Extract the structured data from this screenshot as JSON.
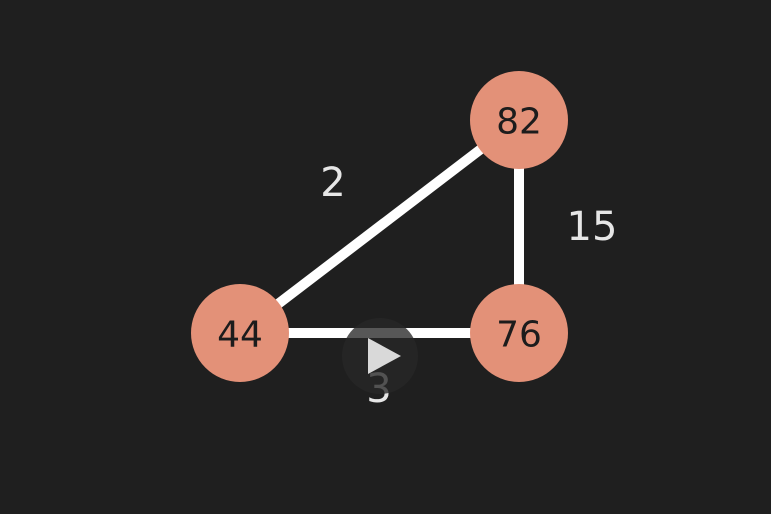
{
  "graph": {
    "node_color": "#e39178",
    "edge_color": "#ffffff",
    "background": "#1f1f1f",
    "nodes": [
      {
        "id": "n82",
        "label": "82"
      },
      {
        "id": "n44",
        "label": "44"
      },
      {
        "id": "n76",
        "label": "76"
      }
    ],
    "edges": [
      {
        "from": "n44",
        "to": "n82",
        "weight": "2"
      },
      {
        "from": "n82",
        "to": "n76",
        "weight": "15"
      },
      {
        "from": "n44",
        "to": "n76",
        "weight": "3"
      }
    ]
  },
  "player": {
    "icon": "play-icon"
  }
}
